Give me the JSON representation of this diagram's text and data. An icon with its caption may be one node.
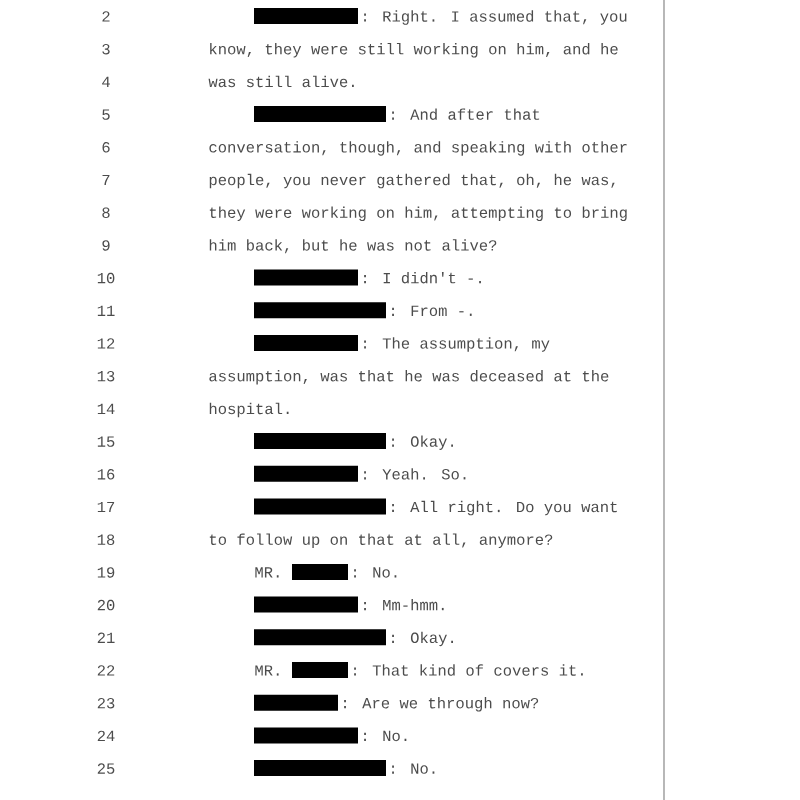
{
  "diagram": {
    "labels": [
      "2",
      ": Right. I assumed that, you",
      "3",
      "know, they were still working on him, and he",
      "4",
      "was still alive.",
      "5",
      ": And after that",
      "6",
      "conversation, though, and speaking with other",
      "7",
      "people, you never gathered that, oh, he was,",
      "8",
      "they were working on him, attempting to bring",
      "9",
      "him back, but he was not alive?",
      "10",
      ": I didn't -.",
      "11",
      ": From -.",
      "12",
      ": The assumption, my",
      "13",
      "assumption, was that he was deceased at the",
      "14",
      "hospital.",
      "15",
      ": Okay.",
      "16",
      ": Yeah. So.",
      "17",
      ": All right. Do you want",
      "18",
      "to follow up on that at all, anymore?",
      "19",
      "MR.",
      ": No.",
      "20",
      ": Mm-hmm.",
      "21",
      ": Okay.",
      "22",
      "MR.",
      ": That kind of covers it.",
      "23",
      ": Are we through now?",
      "24",
      ": No.",
      "25",
      ": No."
    ]
  }
}
